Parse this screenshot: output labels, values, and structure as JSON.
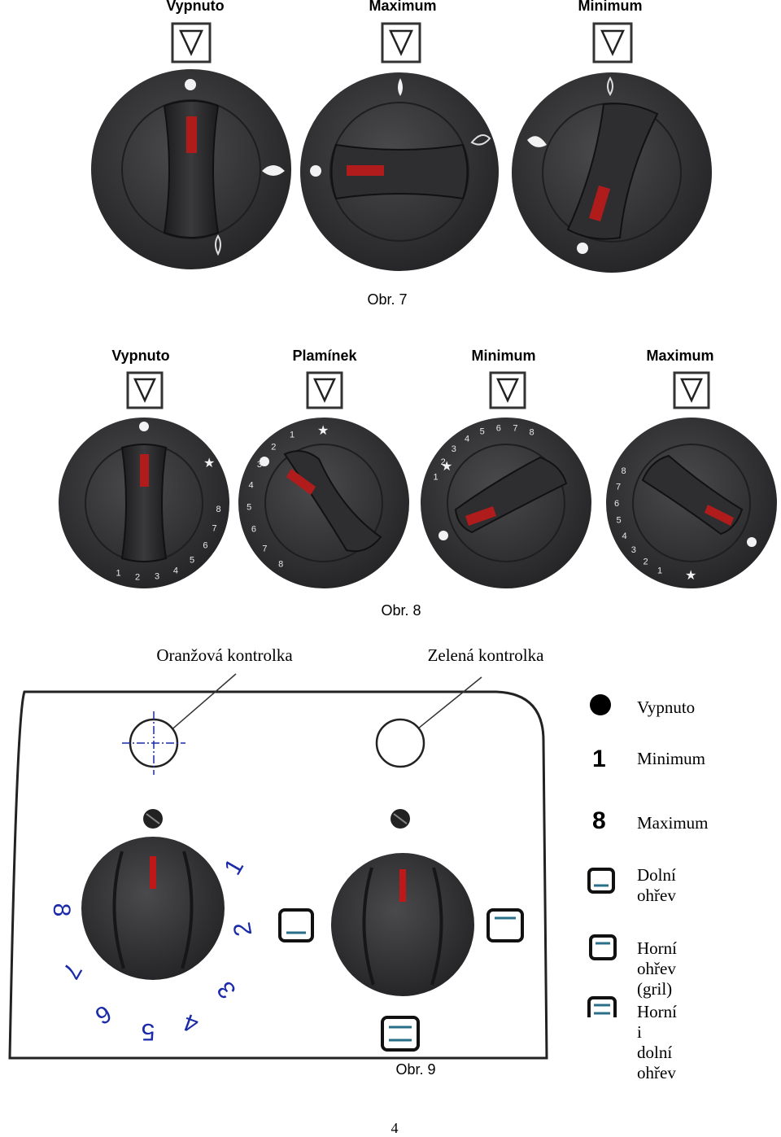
{
  "fig7": {
    "labels": [
      "Vypnuto",
      "Maximum",
      "Minimum"
    ],
    "caption": "Obr. 7"
  },
  "fig8": {
    "labels": [
      "Vypnuto",
      "Plamínek",
      "Minimum",
      "Maximum"
    ],
    "caption": "Obr. 8",
    "dial_numbers": [
      "1",
      "2",
      "3",
      "4",
      "5",
      "6",
      "7",
      "8"
    ]
  },
  "fig9": {
    "callouts": [
      "Oranžová kontrolka",
      "Zelená kontrolka"
    ],
    "dial_numbers": [
      "1",
      "2",
      "3",
      "4",
      "5",
      "6",
      "7",
      "8"
    ],
    "legend": [
      {
        "icon": "filled-dot-icon",
        "label": "Vypnuto"
      },
      {
        "icon": "digit-one-icon",
        "symbol": "1",
        "label": "Minimum"
      },
      {
        "icon": "digit-eight-icon",
        "symbol": "8",
        "label": "Maximum"
      },
      {
        "icon": "bottom-heat-icon",
        "label": "Dolní ohřev"
      },
      {
        "icon": "top-heat-grill-icon",
        "label": "Horní ohřev (gril)"
      },
      {
        "icon": "top-bottom-heat-icon",
        "label": "Horní i dolní ohřev"
      }
    ],
    "caption": "Obr. 9"
  },
  "page_number": "4"
}
